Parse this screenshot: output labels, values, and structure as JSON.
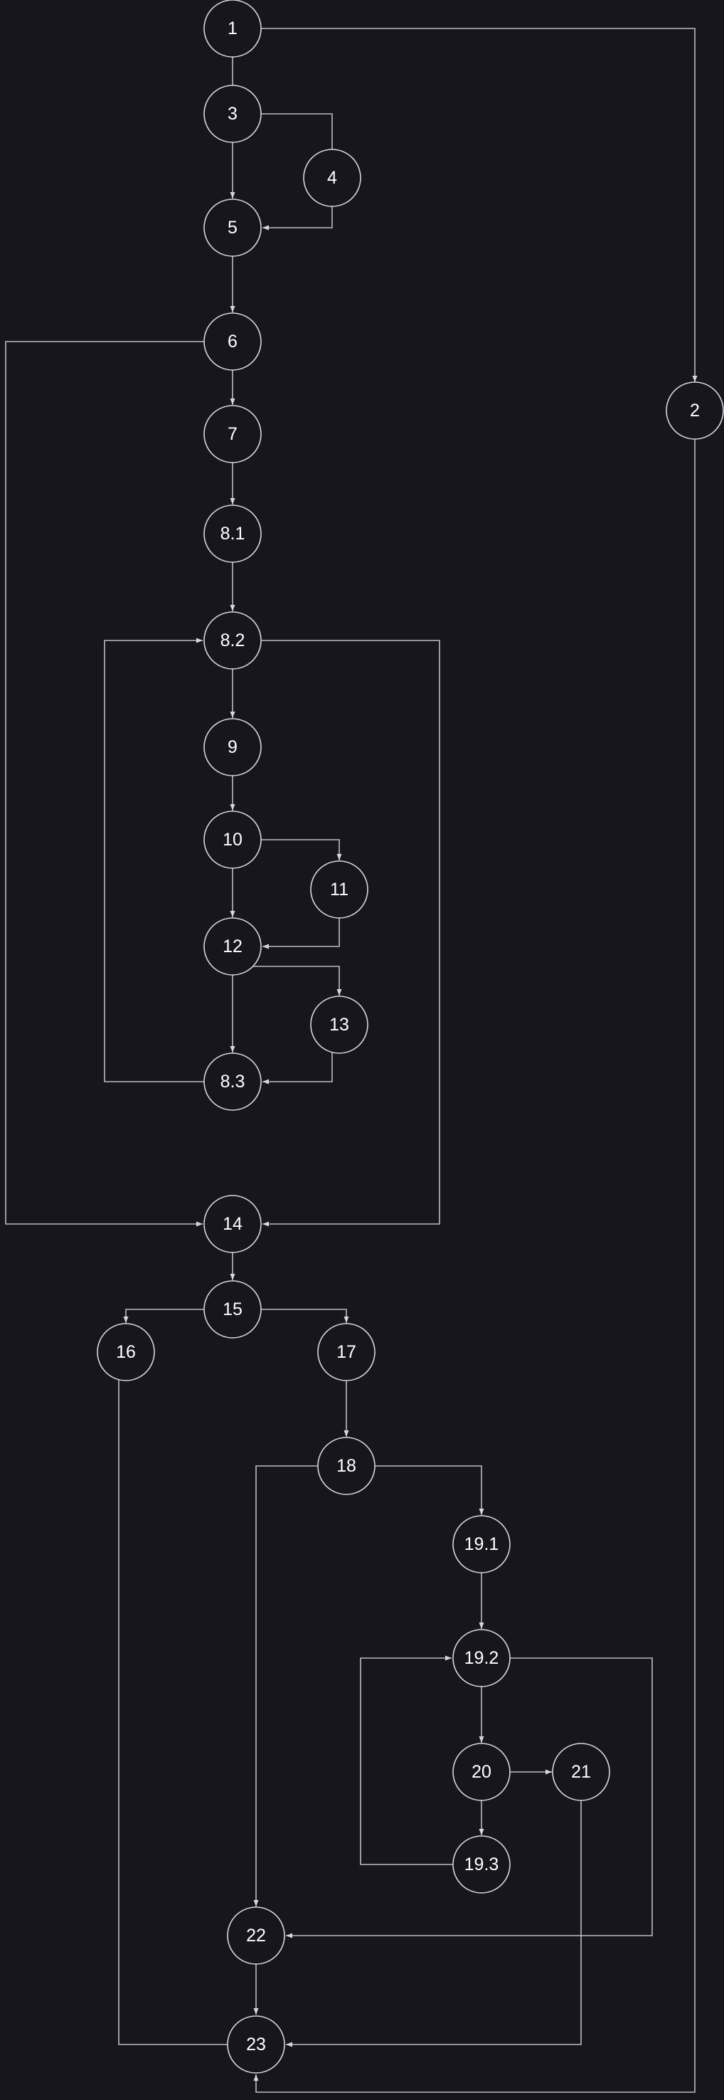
{
  "nodes": [
    {
      "id": "n1",
      "label": "1"
    },
    {
      "id": "n2",
      "label": "2"
    },
    {
      "id": "n3",
      "label": "3"
    },
    {
      "id": "n4",
      "label": "4"
    },
    {
      "id": "n5",
      "label": "5"
    },
    {
      "id": "n6",
      "label": "6"
    },
    {
      "id": "n7",
      "label": "7"
    },
    {
      "id": "n8_1",
      "label": "8.1"
    },
    {
      "id": "n8_2",
      "label": "8.2"
    },
    {
      "id": "n9",
      "label": "9"
    },
    {
      "id": "n10",
      "label": "10"
    },
    {
      "id": "n11",
      "label": "11"
    },
    {
      "id": "n12",
      "label": "12"
    },
    {
      "id": "n13",
      "label": "13"
    },
    {
      "id": "n8_3",
      "label": "8.3"
    },
    {
      "id": "n14",
      "label": "14"
    },
    {
      "id": "n15",
      "label": "15"
    },
    {
      "id": "n16",
      "label": "16"
    },
    {
      "id": "n17",
      "label": "17"
    },
    {
      "id": "n18",
      "label": "18"
    },
    {
      "id": "n19_1",
      "label": "19.1"
    },
    {
      "id": "n19_2",
      "label": "19.2"
    },
    {
      "id": "n20",
      "label": "20"
    },
    {
      "id": "n21",
      "label": "21"
    },
    {
      "id": "n19_3",
      "label": "19.3"
    },
    {
      "id": "n22",
      "label": "22"
    },
    {
      "id": "n23",
      "label": "23"
    }
  ],
  "edges": [
    [
      "1",
      "2"
    ],
    [
      "1",
      "3"
    ],
    [
      "3",
      "4"
    ],
    [
      "3",
      "5"
    ],
    [
      "4",
      "5"
    ],
    [
      "5",
      "6"
    ],
    [
      "6",
      "7"
    ],
    [
      "6",
      "14"
    ],
    [
      "7",
      "8.1"
    ],
    [
      "8.1",
      "8.2"
    ],
    [
      "8.2",
      "9"
    ],
    [
      "8.2",
      "14"
    ],
    [
      "9",
      "10"
    ],
    [
      "10",
      "11"
    ],
    [
      "10",
      "12"
    ],
    [
      "11",
      "12"
    ],
    [
      "12",
      "13"
    ],
    [
      "12",
      "8.3"
    ],
    [
      "13",
      "8.3"
    ],
    [
      "8.3",
      "8.2"
    ],
    [
      "14",
      "15"
    ],
    [
      "15",
      "16"
    ],
    [
      "15",
      "17"
    ],
    [
      "16",
      "23"
    ],
    [
      "17",
      "18"
    ],
    [
      "18",
      "19.1"
    ],
    [
      "18",
      "22"
    ],
    [
      "19.1",
      "19.2"
    ],
    [
      "19.2",
      "20"
    ],
    [
      "19.2",
      "22"
    ],
    [
      "20",
      "21"
    ],
    [
      "20",
      "19.3"
    ],
    [
      "19.3",
      "19.2"
    ],
    [
      "21",
      "23"
    ],
    [
      "22",
      "23"
    ],
    [
      "2",
      "23"
    ]
  ]
}
